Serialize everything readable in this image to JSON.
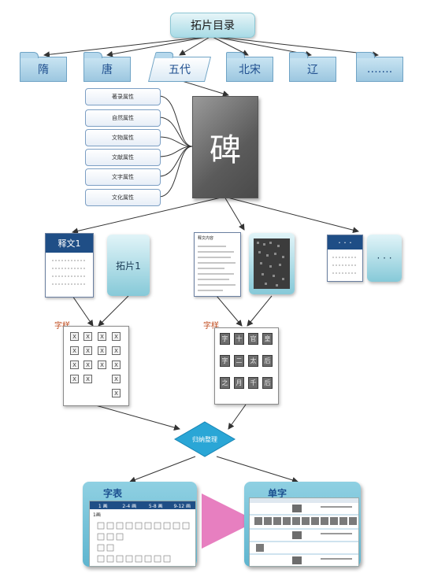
{
  "root": {
    "label": "拓片目录"
  },
  "dynasties": [
    {
      "label": "隋"
    },
    {
      "label": "唐"
    },
    {
      "label": "五代"
    },
    {
      "label": "北宋"
    },
    {
      "label": "辽"
    },
    {
      "label": "……."
    }
  ],
  "attributes": [
    {
      "label": "著录属性"
    },
    {
      "label": "自然属性"
    },
    {
      "label": "文物属性"
    },
    {
      "label": "文献属性"
    },
    {
      "label": "文字属性"
    },
    {
      "label": "文化属性"
    }
  ],
  "stele": {
    "label": "碑"
  },
  "left_group": {
    "doc_title": "释文1",
    "rubbing_label": "拓片1"
  },
  "mid_group": {
    "doc_title": "释文内容"
  },
  "right_group": {
    "doc_title": "· · ·",
    "rubbing_label": "· · ·"
  },
  "zi_left": {
    "label": "字样",
    "cells": [
      "X",
      "X",
      "X",
      "X",
      "X",
      "X",
      "X",
      "X",
      "X",
      "X",
      "X",
      "X",
      "X",
      "X",
      "X",
      "X"
    ]
  },
  "zi_right": {
    "label": "字样",
    "glyphs": [
      "字",
      "十",
      "官",
      "皇",
      "字",
      "二",
      "太",
      "后",
      "之",
      "月",
      "千",
      "后"
    ]
  },
  "process": {
    "label": "归纳整理"
  },
  "panel_left": {
    "title": "字表",
    "headers": [
      "1 画",
      "2-4 画",
      "5-8 画",
      "9-12 画"
    ],
    "section": "1画"
  },
  "panel_right": {
    "title": "单字"
  },
  "colors": {
    "accent": "#1f4e86",
    "diamond": "#2aa6d6",
    "arrow": "#e77fc0",
    "label": "#c04a1c"
  }
}
